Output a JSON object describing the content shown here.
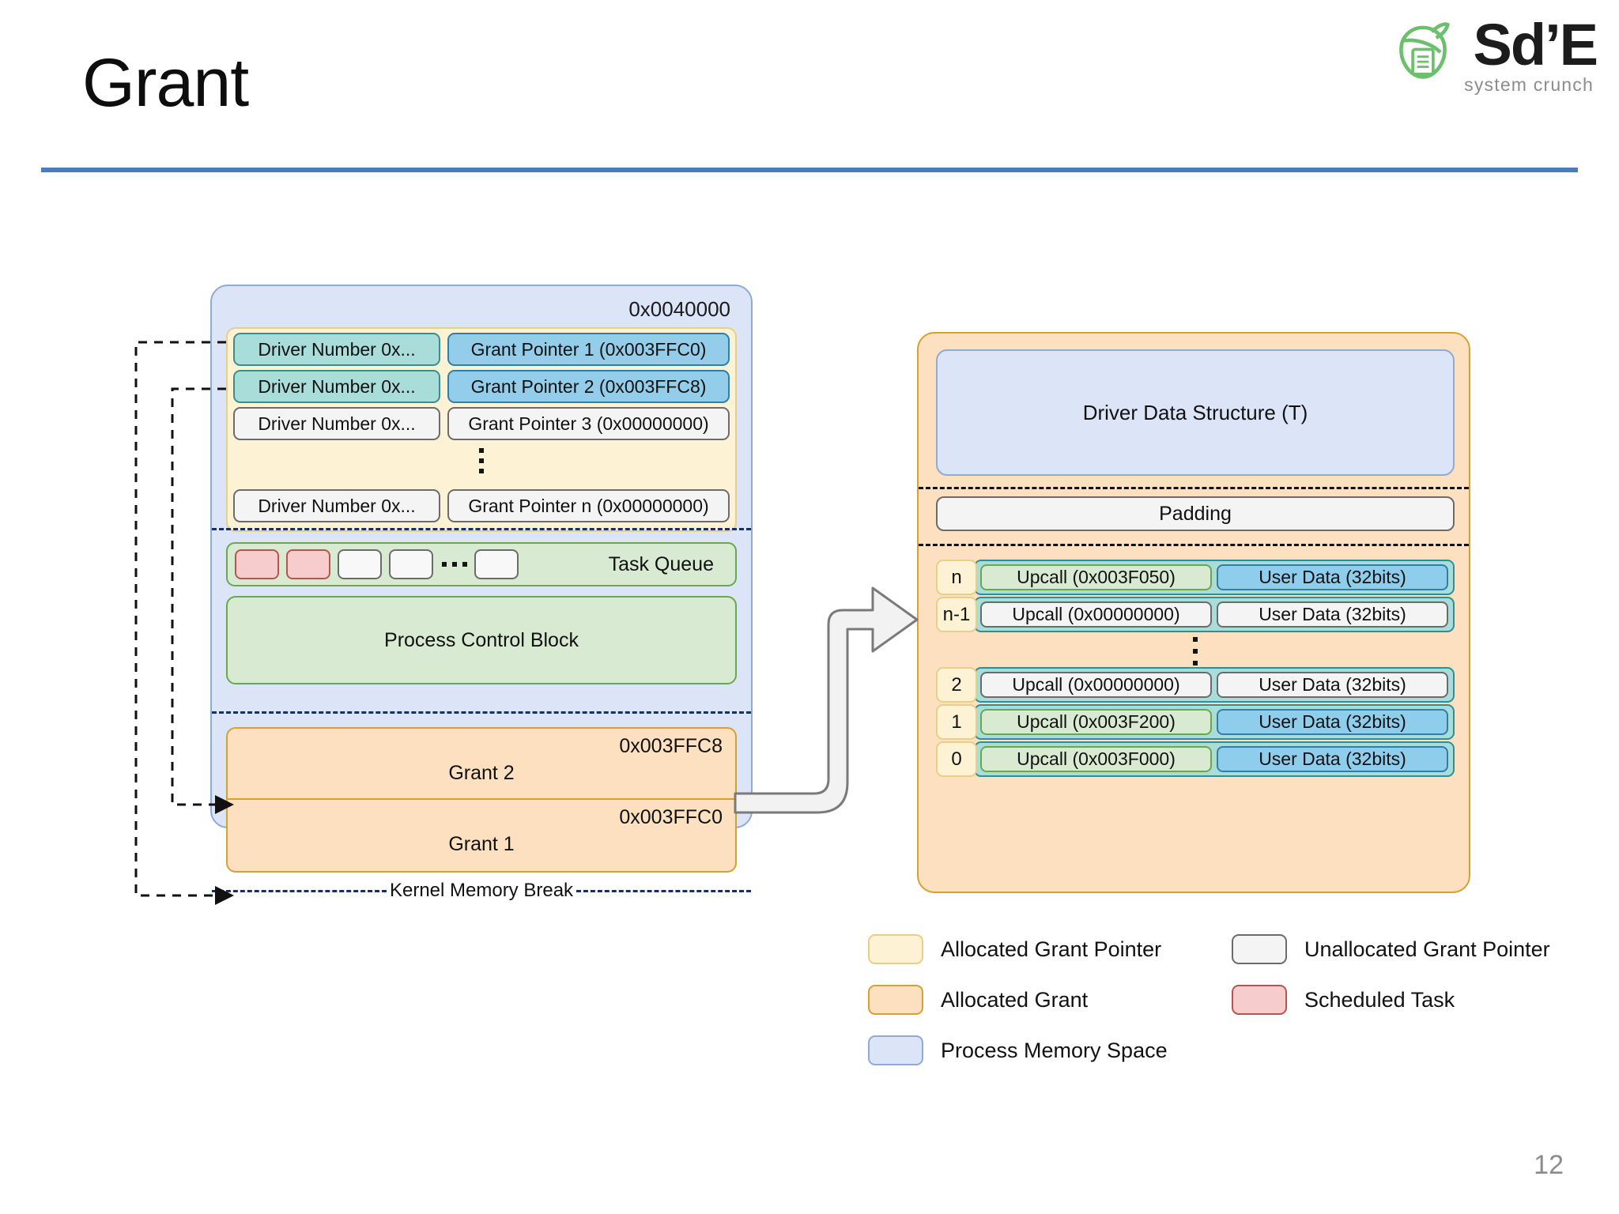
{
  "slide": {
    "title": "Grant",
    "page_number": "12",
    "accent_rule_color": "#4a7ebb"
  },
  "logo": {
    "wordmark": "Sd’E",
    "tagline": "system crunch",
    "mark_icon": "acorn-document-icon",
    "mark_color": "#6cbf6c"
  },
  "process_memory_space": {
    "base_address": "0x0040000",
    "grant_pointer_table": {
      "rows": [
        {
          "driver": "Driver Number 0x...",
          "pointer": "Grant Pointer 1 (0x003FFC0)",
          "allocated": true
        },
        {
          "driver": "Driver Number 0x...",
          "pointer": "Grant Pointer 2 (0x003FFC8)",
          "allocated": true
        },
        {
          "driver": "Driver Number 0x...",
          "pointer": "Grant Pointer 3 (0x00000000)",
          "allocated": false
        },
        {
          "driver": "Driver Number 0x...",
          "pointer": "Grant Pointer n (0x00000000)",
          "allocated": false
        }
      ],
      "ellipsis": "vertical-dots"
    },
    "task_queue": {
      "label": "Task Queue",
      "cells": [
        {
          "scheduled": true
        },
        {
          "scheduled": true
        },
        {
          "scheduled": false
        },
        {
          "scheduled": false
        },
        {
          "scheduled": false
        }
      ],
      "ellipsis": "horizontal-dots"
    },
    "process_control_block": {
      "label": "Process Control Block"
    },
    "grants": [
      {
        "name": "Grant 2",
        "address": "0x003FFC8"
      },
      {
        "name": "Grant 1",
        "address": "0x003FFC0"
      }
    ],
    "kernel_memory_break": {
      "label": "Kernel Memory Break"
    }
  },
  "grant_detail": {
    "driver_data_structure": "Driver Data Structure (T)",
    "padding": "Padding",
    "upcall_rows": [
      {
        "index": "n",
        "upcall": "Upcall (0x003F050)",
        "user_data": "User Data (32bits)",
        "active": true
      },
      {
        "index": "n-1",
        "upcall": "Upcall (0x00000000)",
        "user_data": "User Data (32bits)",
        "active": false
      },
      {
        "index": "2",
        "upcall": "Upcall (0x00000000)",
        "user_data": "User Data (32bits)",
        "active": false
      },
      {
        "index": "1",
        "upcall": "Upcall (0x003F200)",
        "user_data": "User Data (32bits)",
        "active": true
      },
      {
        "index": "0",
        "upcall": "Upcall (0x003F000)",
        "user_data": "User Data (32bits)",
        "active": true
      }
    ],
    "ellipsis": "vertical-dots"
  },
  "legend": {
    "items": [
      {
        "label": "Allocated Grant Pointer",
        "swatch": "sw-alloc-gp",
        "color": "#fdf3d4"
      },
      {
        "label": "Unallocated Grant Pointer",
        "swatch": "sw-unalloc-gp",
        "color": "#f4f4f4"
      },
      {
        "label": "Allocated Grant",
        "swatch": "sw-alloc-g",
        "color": "#fce0bf"
      },
      {
        "label": "Scheduled Task",
        "swatch": "sw-task",
        "color": "#f6cccc"
      },
      {
        "label": "Process Memory Space",
        "swatch": "sw-pms",
        "color": "#dbe5f7"
      }
    ]
  }
}
